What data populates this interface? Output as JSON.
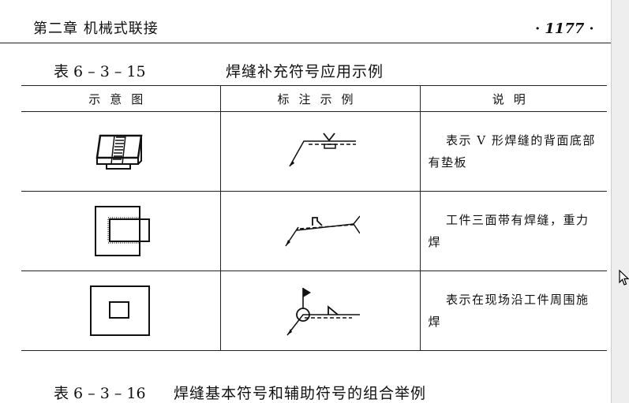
{
  "header": {
    "chapter": "第二章    机械式联接",
    "page_number": "1177",
    "dot": "·"
  },
  "table": {
    "caption_number": "表 6 – 3 – 15",
    "caption_title": "焊缝补充符号应用示例",
    "columns": [
      "示意图",
      "标注示例",
      "说明"
    ],
    "rows": [
      {
        "diagram_icon": "backing-plate-weld-diagram-icon",
        "symbol_icon": "backing-symbol-annotation-icon",
        "description": "表示 V 形焊缝的背面底部有垫板"
      },
      {
        "diagram_icon": "three-side-weld-diagram-icon",
        "symbol_icon": "three-side-symbol-annotation-icon",
        "description": "工件三面带有焊缝，重力焊"
      },
      {
        "diagram_icon": "field-weld-diagram-icon",
        "symbol_icon": "field-weld-symbol-annotation-icon",
        "description": "表示在现场沿工件周围施焊"
      }
    ]
  },
  "next_table": {
    "caption_number": "表 6 – 3 – 16",
    "caption_title": "焊缝基本符号和辅助符号的组合举例"
  }
}
